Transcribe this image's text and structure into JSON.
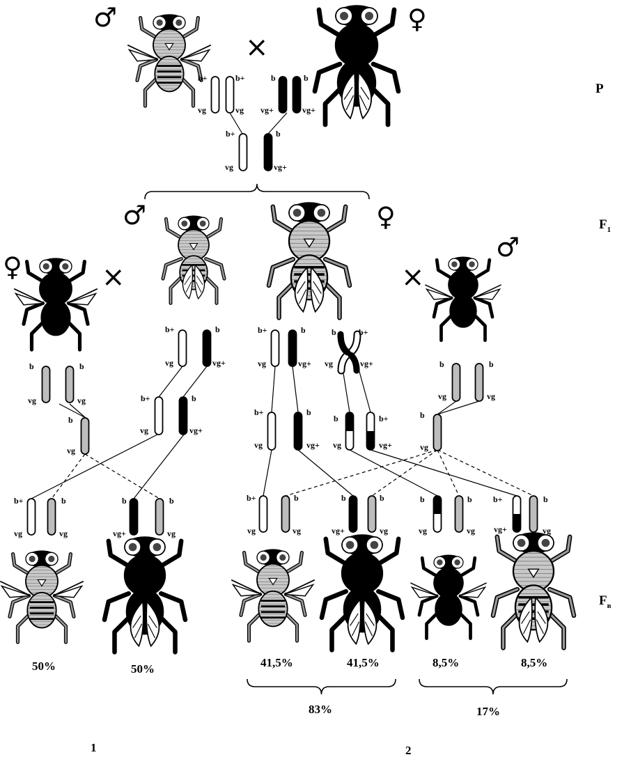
{
  "generations": {
    "p": "P",
    "f1": "F",
    "f1_sub": "1",
    "fb": "F",
    "fb_sub": "в"
  },
  "symbols": {
    "male": "♂",
    "female": "♀",
    "cross": "×"
  },
  "alleles": {
    "b_plus": "b+",
    "b": "b",
    "vg": "vg",
    "vg_plus": "vg+"
  },
  "percentages": {
    "exp1_gray_vestigial": "50%",
    "exp1_black_normal": "50%",
    "exp2_gray_vestigial": "41,5%",
    "exp2_black_normal": "41,5%",
    "exp2_black_vestigial": "8,5%",
    "exp2_gray_normal": "8,5%",
    "noncrossover_total": "83%",
    "crossover_total": "17%"
  },
  "experiments": {
    "first": "1",
    "second": "2"
  },
  "colors": {
    "gray_body": "#bdbdbd",
    "black_body": "#000000",
    "outline": "#000000",
    "background": "#ffffff"
  }
}
